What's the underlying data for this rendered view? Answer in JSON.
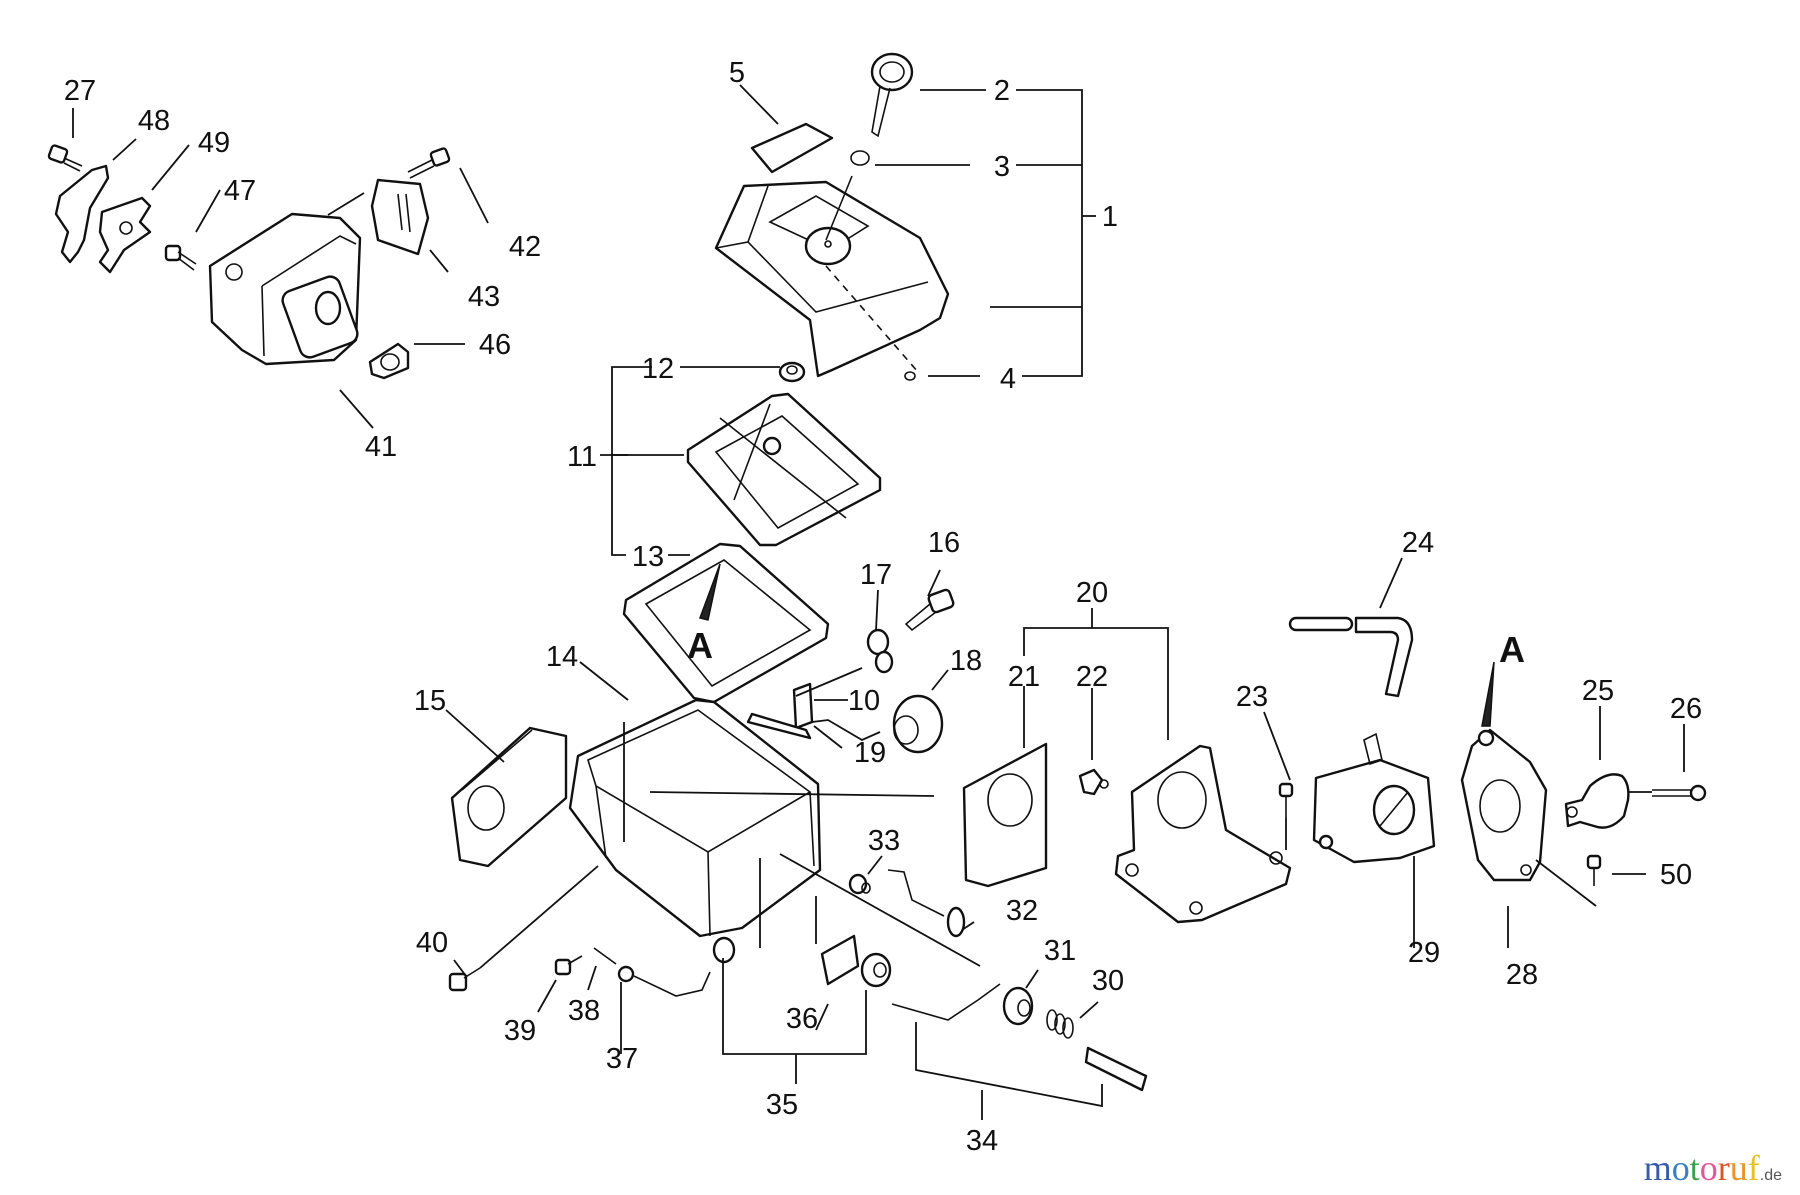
{
  "diagram": {
    "type": "exploded-parts-diagram",
    "subject": "Air cleaner, carburetor and muffler assembly",
    "reference_marker": "A",
    "callouts": [
      {
        "id": "c1",
        "text": "1"
      },
      {
        "id": "c2",
        "text": "2"
      },
      {
        "id": "c3",
        "text": "3"
      },
      {
        "id": "c4",
        "text": "4"
      },
      {
        "id": "c5",
        "text": "5"
      },
      {
        "id": "c10",
        "text": "10"
      },
      {
        "id": "c11",
        "text": "11"
      },
      {
        "id": "c12",
        "text": "12"
      },
      {
        "id": "c13",
        "text": "13"
      },
      {
        "id": "c14",
        "text": "14"
      },
      {
        "id": "c15",
        "text": "15"
      },
      {
        "id": "c16",
        "text": "16"
      },
      {
        "id": "c17",
        "text": "17"
      },
      {
        "id": "c18",
        "text": "18"
      },
      {
        "id": "c19",
        "text": "19"
      },
      {
        "id": "c20",
        "text": "20"
      },
      {
        "id": "c21",
        "text": "21"
      },
      {
        "id": "c22",
        "text": "22"
      },
      {
        "id": "c23",
        "text": "23"
      },
      {
        "id": "c24",
        "text": "24"
      },
      {
        "id": "c25",
        "text": "25"
      },
      {
        "id": "c26",
        "text": "26"
      },
      {
        "id": "c27",
        "text": "27"
      },
      {
        "id": "c28",
        "text": "28"
      },
      {
        "id": "c29",
        "text": "29"
      },
      {
        "id": "c30",
        "text": "30"
      },
      {
        "id": "c31",
        "text": "31"
      },
      {
        "id": "c32",
        "text": "32"
      },
      {
        "id": "c33",
        "text": "33"
      },
      {
        "id": "c34",
        "text": "34"
      },
      {
        "id": "c35",
        "text": "35"
      },
      {
        "id": "c36",
        "text": "36"
      },
      {
        "id": "c37",
        "text": "37"
      },
      {
        "id": "c38",
        "text": "38"
      },
      {
        "id": "c39",
        "text": "39"
      },
      {
        "id": "c40",
        "text": "40"
      },
      {
        "id": "c41",
        "text": "41"
      },
      {
        "id": "c42",
        "text": "42"
      },
      {
        "id": "c43",
        "text": "43"
      },
      {
        "id": "c46",
        "text": "46"
      },
      {
        "id": "c47",
        "text": "47"
      },
      {
        "id": "c48",
        "text": "48"
      },
      {
        "id": "c49",
        "text": "49"
      },
      {
        "id": "c50",
        "text": "50"
      }
    ]
  },
  "watermark": {
    "letters": [
      {
        "char": "m",
        "color": "#3a5ba8"
      },
      {
        "char": "o",
        "color": "#3a7fc0"
      },
      {
        "char": "t",
        "color": "#3aa14a"
      },
      {
        "char": "o",
        "color": "#e0589a"
      },
      {
        "char": "r",
        "color": "#d8572a"
      },
      {
        "char": "u",
        "color": "#e8962a"
      },
      {
        "char": "f",
        "color": "#e8c02a"
      }
    ],
    "suffix": ".de"
  }
}
